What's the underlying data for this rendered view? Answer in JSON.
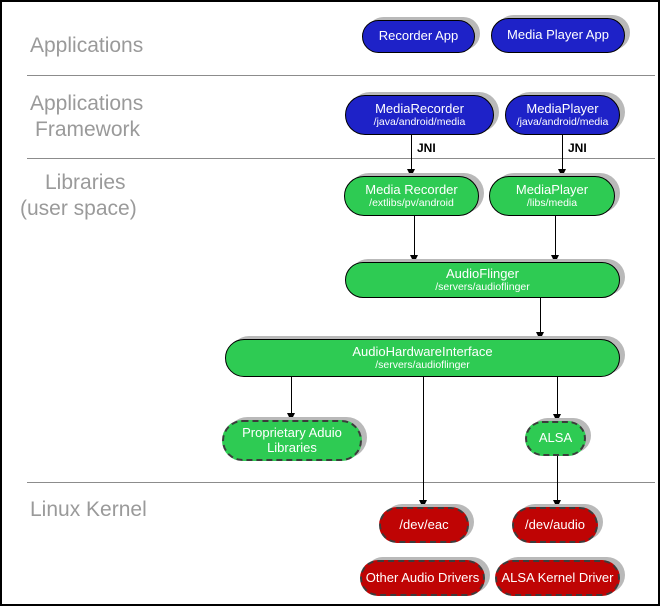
{
  "layers": {
    "applications": "Applications",
    "framework_line1": "Applications",
    "framework_line2": "Framework",
    "libraries_line1": "Libraries",
    "libraries_line2": "(user space)",
    "kernel": "Linux Kernel"
  },
  "jni_label": "JNI",
  "nodes": {
    "recorder_app": {
      "label": "Recorder App"
    },
    "media_player_app": {
      "label": "Media Player App"
    },
    "media_recorder_fw": {
      "label": "MediaRecorder",
      "path": "/java/android/media"
    },
    "media_player_fw": {
      "label": "MediaPlayer",
      "path": "/java/android/media"
    },
    "media_recorder_lib": {
      "label": "Media Recorder",
      "path": "/extlibs/pv/android"
    },
    "media_player_lib": {
      "label": "MediaPlayer",
      "path": "/libs/media"
    },
    "audioflinger": {
      "label": "AudioFlinger",
      "path": "/servers/audioflinger"
    },
    "audio_hardware_interface": {
      "label": "AudioHardwareInterface",
      "path": "/servers/audioflinger"
    },
    "proprietary_audio_libraries": {
      "line1": "Proprietary Aduio",
      "line2": "Libraries"
    },
    "alsa": {
      "label": "ALSA"
    },
    "dev_eac": {
      "label": "/dev/eac"
    },
    "dev_audio": {
      "label": "/dev/audio"
    },
    "other_audio_drivers": {
      "label": "Other Audio Drivers"
    },
    "alsa_kernel_driver": {
      "label": "ALSA Kernel Driver"
    }
  },
  "colors": {
    "app_blue": "#1e22c8",
    "lib_green": "#2ecb53",
    "kernel_red": "#bf0404",
    "layer_label_gray": "#9a9a9a",
    "shadow_gray": "#b9b9b9"
  }
}
